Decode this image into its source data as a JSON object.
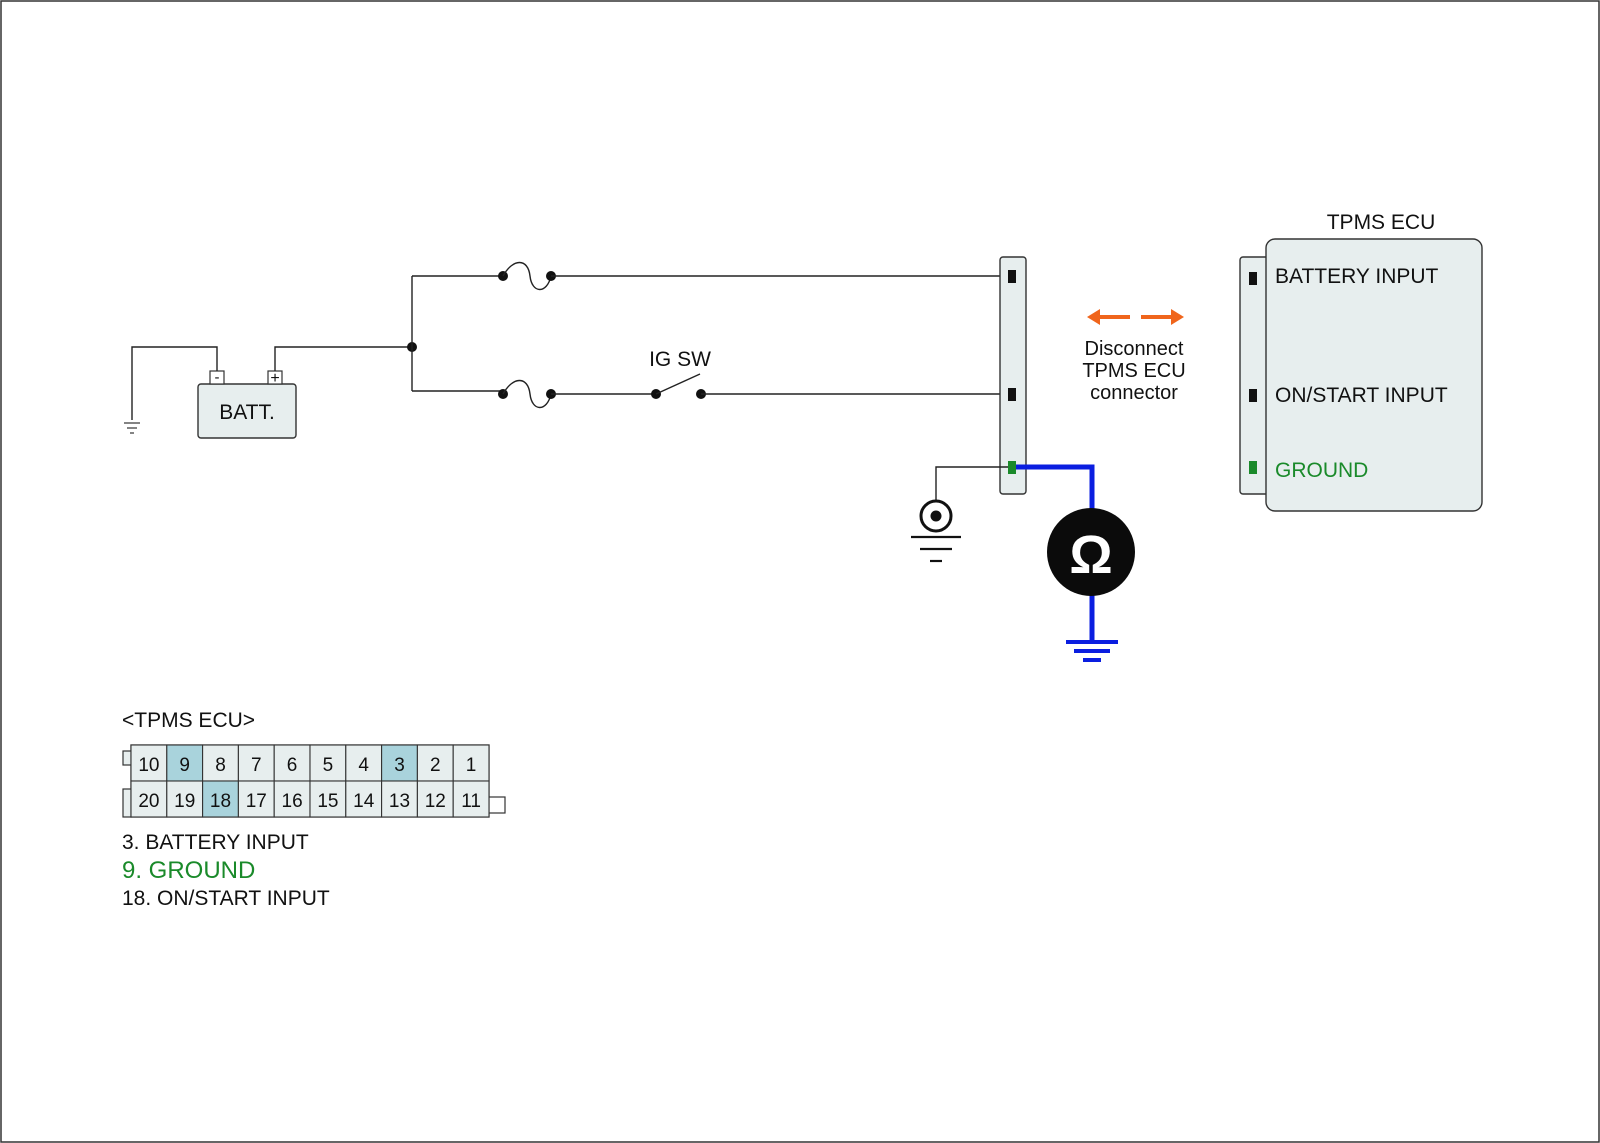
{
  "colors": {
    "wire": "#222222",
    "panel_fill": "#e7eeee",
    "ground_text": "#1a8a2a",
    "meter_lead": "#0a1ee0",
    "arrow": "#f0651c",
    "pin_highlight": "#a9d3dc",
    "pin_fill": "#e7eeee"
  },
  "battery": {
    "label": "BATT.",
    "neg": "-",
    "pos": "+"
  },
  "switch": {
    "label": "IG SW"
  },
  "meter": {
    "symbol": "Ω"
  },
  "action_note": {
    "lines": [
      "Disconnect",
      "TPMS ECU",
      "connector"
    ]
  },
  "ecu": {
    "title": "TPMS ECU",
    "pins": [
      {
        "label": "BATTERY INPUT",
        "color": "#111111"
      },
      {
        "label": "ON/START INPUT",
        "color": "#111111"
      },
      {
        "label": "GROUND",
        "color": "#1a8a2a"
      }
    ]
  },
  "connector": {
    "title": "<TPMS ECU>",
    "row1": [
      "10",
      "9",
      "8",
      "7",
      "6",
      "5",
      "4",
      "3",
      "2",
      "1"
    ],
    "row2": [
      "20",
      "19",
      "18",
      "17",
      "16",
      "15",
      "14",
      "13",
      "12",
      "11"
    ],
    "highlighted": [
      "9",
      "3",
      "18"
    ],
    "legend": [
      {
        "text": "3. BATTERY INPUT",
        "color": "#111111"
      },
      {
        "text": "9. GROUND",
        "color": "#1a8a2a"
      },
      {
        "text": "18. ON/START INPUT",
        "color": "#111111"
      }
    ]
  }
}
